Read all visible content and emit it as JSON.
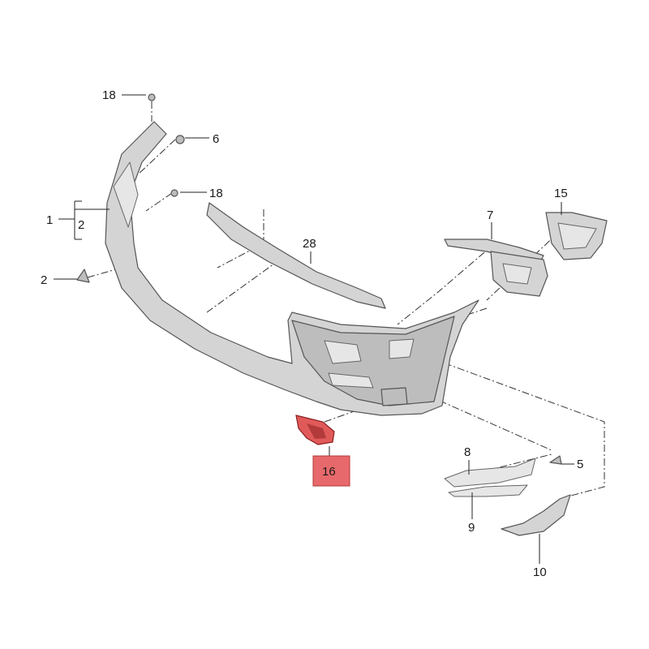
{
  "callouts": {
    "c18_top": "18",
    "c6": "6",
    "c18_mid": "18",
    "c1": "1",
    "c2_bracket": "2",
    "c2_left": "2",
    "c28": "28",
    "c7": "7",
    "c15": "15",
    "c16": "16",
    "c8": "8",
    "c5": "5",
    "c9": "9",
    "c10": "10"
  },
  "colors": {
    "highlight": "#e05a5a",
    "highlight_box": "#e8696b",
    "part_fill": "#d4d4d4",
    "outline": "#555555"
  },
  "highlighted_part": "16"
}
